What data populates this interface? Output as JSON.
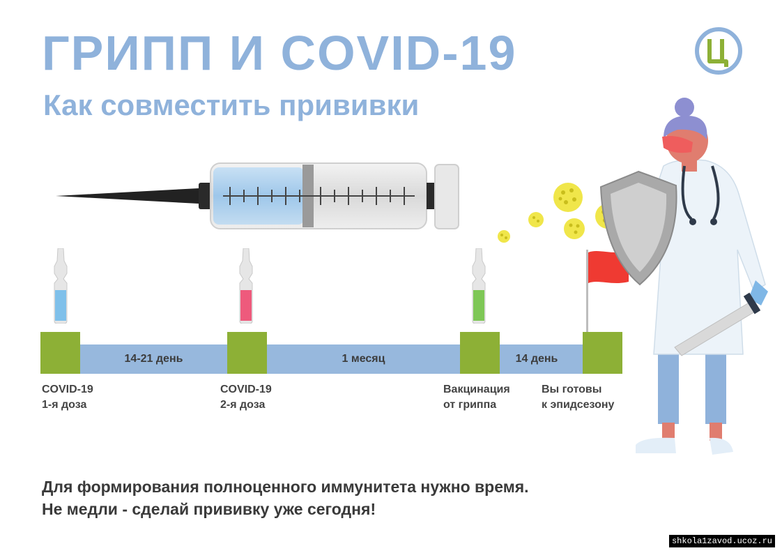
{
  "header": {
    "title": "ГРИПП И  COVID-19",
    "subtitle": "Как совместить прививки"
  },
  "logo": {
    "letter": "Ц",
    "ring_color": "#8fb2db",
    "letter_color": "#8db036"
  },
  "timeline": {
    "segments": [
      {
        "label": "14-21 день"
      },
      {
        "label": "1 месяц"
      },
      {
        "label": "14 день"
      }
    ],
    "milestones": [
      {
        "line1": "COVID-19",
        "line2": "1-я доза",
        "vial_color": "#7fc0ea"
      },
      {
        "line1": "COVID-19",
        "line2": "2-я доза",
        "vial_color": "#ee5a7c"
      },
      {
        "line1": "Вакцинация",
        "line2": "от гриппа",
        "vial_color": "#7ec756"
      },
      {
        "line1": "Вы готовы",
        "line2": "к эпидсезону",
        "flag_color": "#ef3a32"
      }
    ],
    "bar_color": "#97b8dd",
    "marker_color": "#8db036"
  },
  "footer": {
    "line1": "Для формирования полноценного иммунитета нужно время.",
    "line2": "Не медли - сделай прививку уже сегодня!"
  },
  "watermark": "shkola1zavod.ucoz.ru",
  "icons": [
    "syringe-icon",
    "vial-icon",
    "virus-icon",
    "flag-icon",
    "shield-icon",
    "doctor-illustration",
    "logo-icon"
  ]
}
